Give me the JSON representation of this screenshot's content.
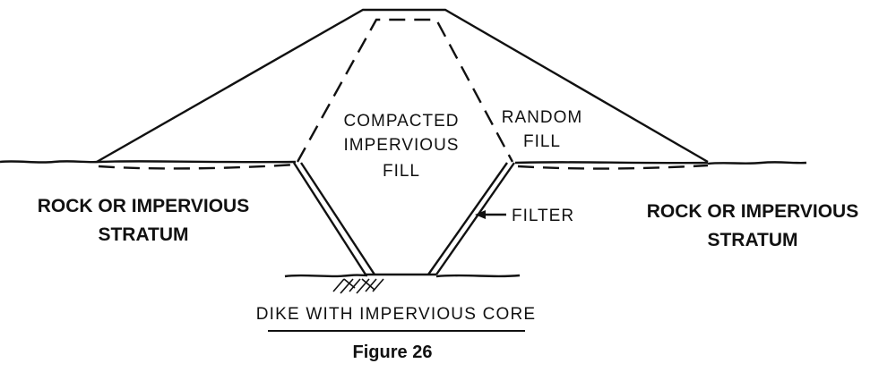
{
  "diagram": {
    "core_label": [
      "COMPACTED",
      "IMPERVIOUS",
      "FILL"
    ],
    "random_fill_label": [
      "RANDOM",
      "FILL"
    ],
    "filter_label": "FILTER",
    "left_stratum_label": [
      "ROCK OR IMPERVIOUS",
      "STRATUM"
    ],
    "right_stratum_label": [
      "ROCK OR IMPERVIOUS",
      "STRATUM"
    ],
    "caption": "DIKE WITH IMPERVIOUS CORE",
    "figure_label": "Figure 26"
  }
}
